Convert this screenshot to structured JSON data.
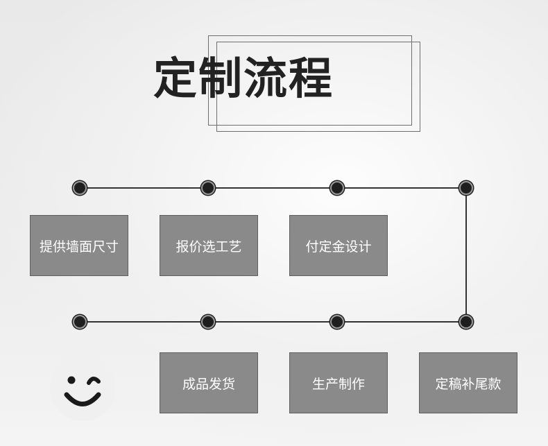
{
  "title": "定制流程",
  "steps": [
    {
      "label": "提供墙面尺寸"
    },
    {
      "label": "报价选工艺"
    },
    {
      "label": "付定金设计"
    },
    {
      "label": "成品发货"
    },
    {
      "label": "生产制作"
    },
    {
      "label": "定稿补尾款"
    }
  ],
  "icons": {
    "node": "circle-node-icon",
    "smiley": "winking-smiley-icon"
  },
  "colors": {
    "box_fill": "#8a8a8a",
    "line": "#333333",
    "title": "#222222"
  }
}
